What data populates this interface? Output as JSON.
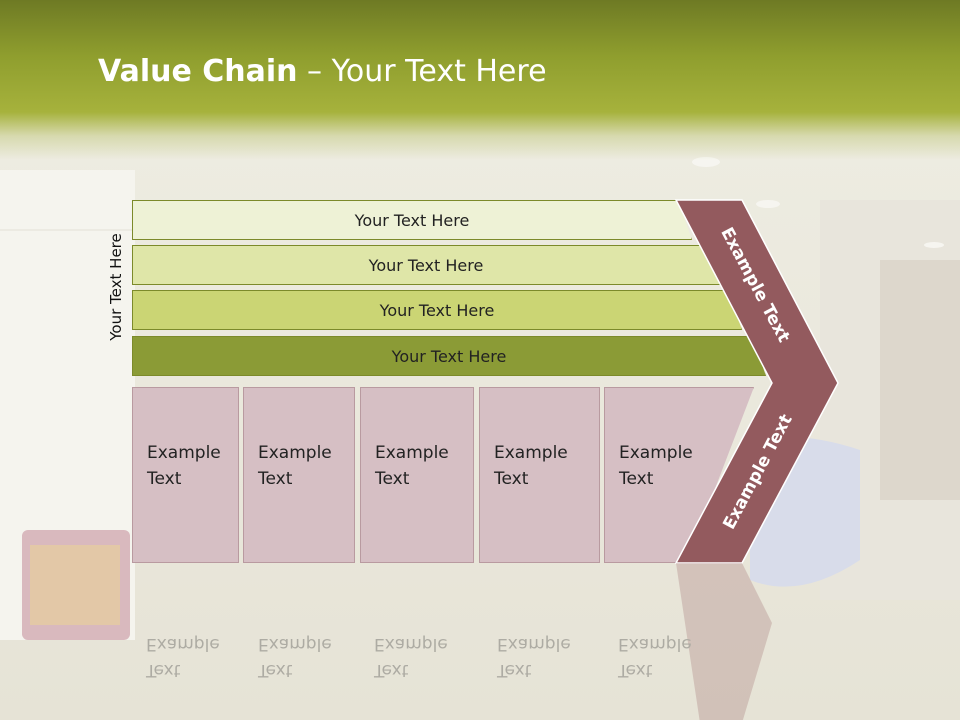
{
  "title": {
    "bold": "Value Chain",
    "rest": " – Your Text Here"
  },
  "vertical_label": "Your Text Here",
  "rows": [
    "Your Text Here",
    "Your Text Here",
    "Your Text Here",
    "Your Text Here"
  ],
  "boxes": [
    {
      "line1": "Example",
      "line2": "Text"
    },
    {
      "line1": "Example",
      "line2": "Text"
    },
    {
      "line1": "Example",
      "line2": "Text"
    },
    {
      "line1": "Example",
      "line2": "Text"
    },
    {
      "line1": "Example",
      "line2": "Text"
    }
  ],
  "arrow": {
    "upper": "Example Text",
    "lower": "Example Text"
  },
  "colors": {
    "header": "#8f9e2e",
    "arrow": "#935a5e",
    "box": "#d6bfc4"
  }
}
